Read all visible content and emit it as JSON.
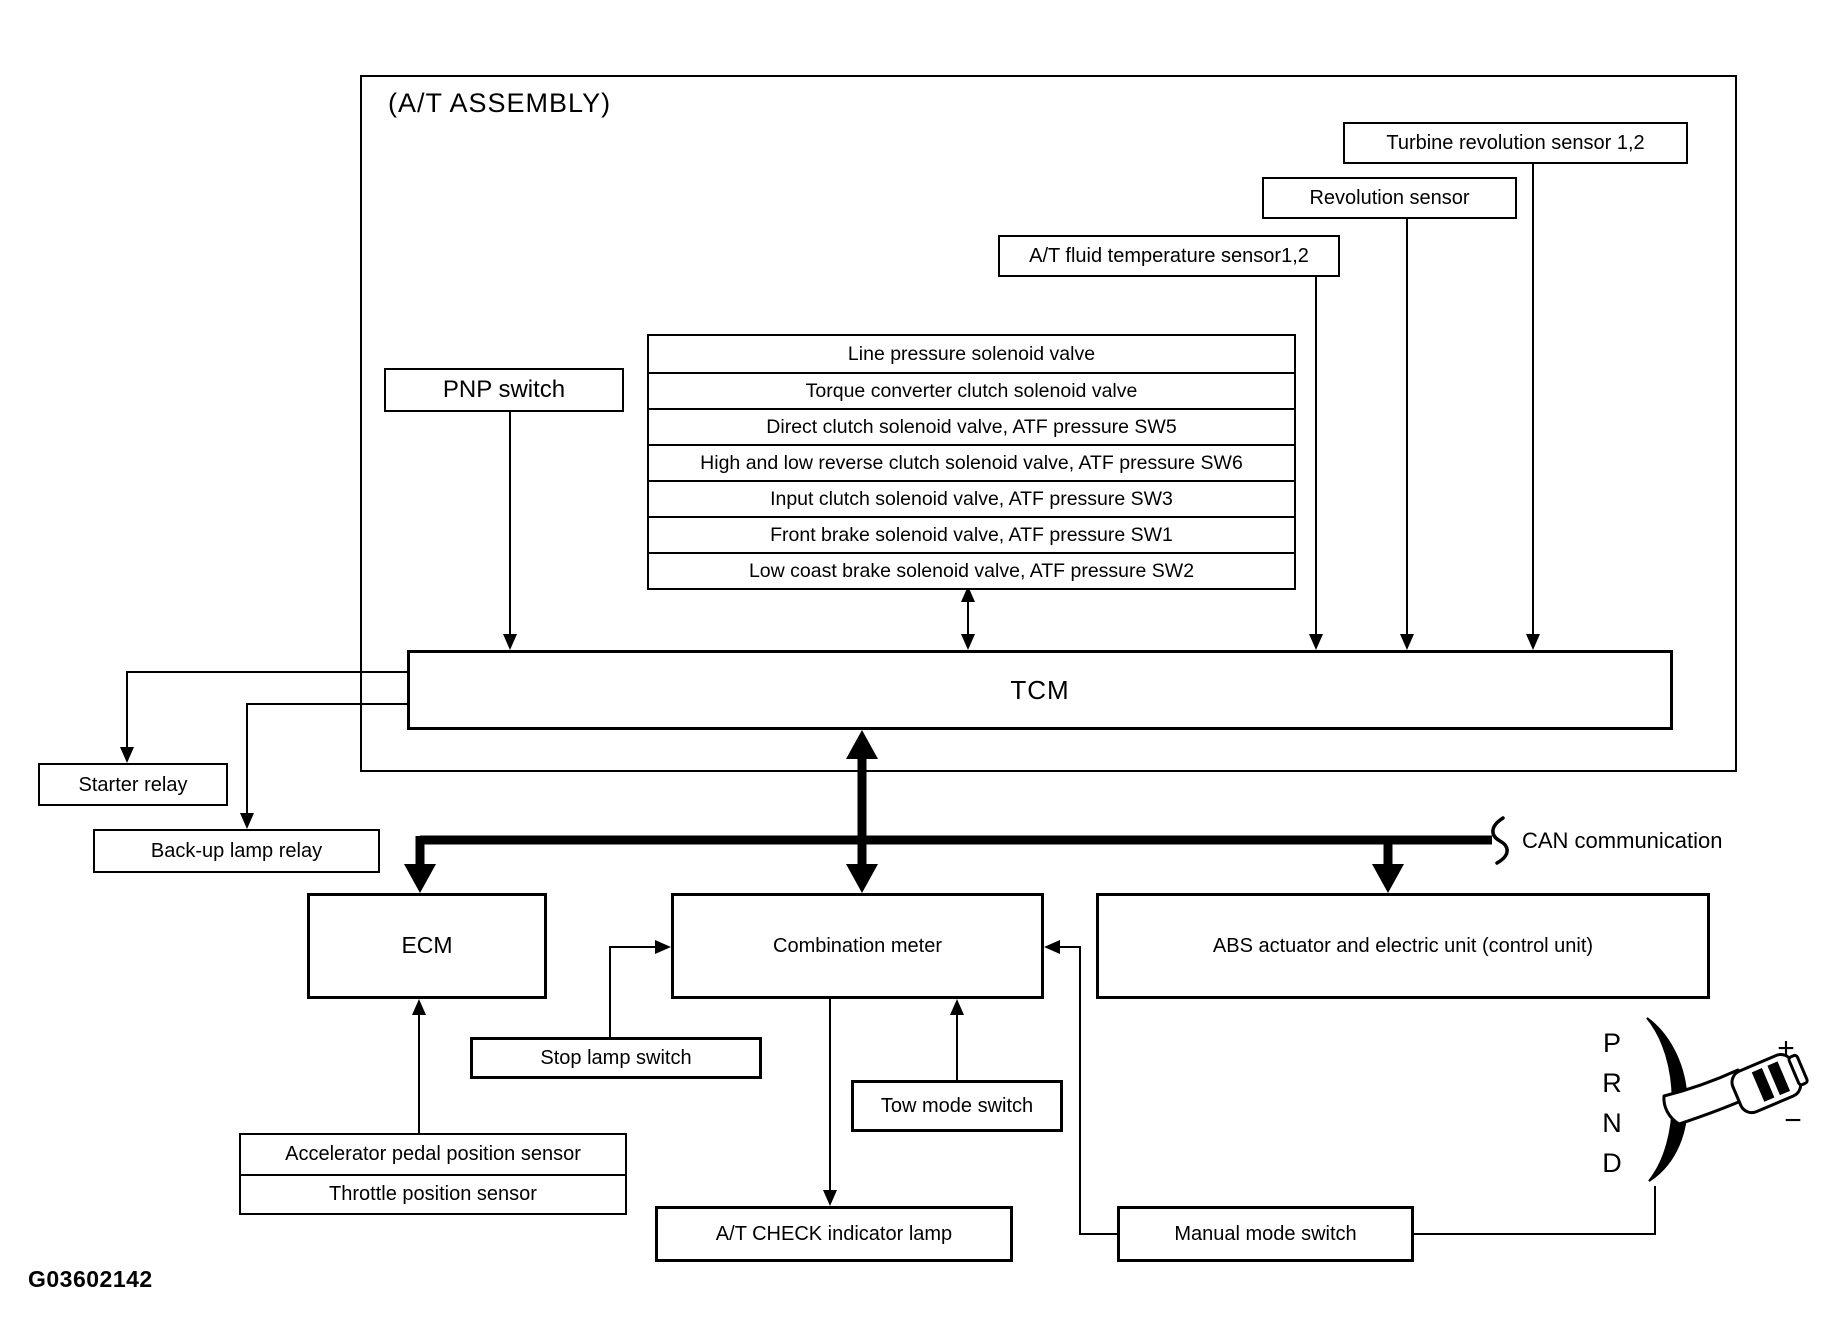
{
  "diagram": {
    "assembly_label": "(A/T ASSEMBLY)",
    "can_label": "CAN communication",
    "figure_id": "G03602142"
  },
  "boxes": {
    "turbine_sensor": "Turbine revolution sensor 1,2",
    "revolution_sensor": "Revolution sensor",
    "fluid_temp_sensor": "A/T fluid temperature sensor1,2",
    "pnp_switch": "PNP switch",
    "tcm": "TCM",
    "starter_relay": "Starter relay",
    "backup_lamp_relay": "Back-up lamp relay",
    "ecm": "ECM",
    "combination_meter": "Combination meter",
    "abs_unit": "ABS actuator and electric unit (control unit)",
    "stop_lamp_switch": "Stop lamp switch",
    "tow_mode_switch": "Tow mode switch",
    "at_check_lamp": "A/T CHECK indicator lamp",
    "manual_mode_switch": "Manual mode switch",
    "accelerator_sensor": "Accelerator pedal position sensor",
    "throttle_sensor": "Throttle position sensor"
  },
  "solenoid_valves": [
    "Line pressure solenoid valve",
    "Torque converter clutch solenoid valve",
    "Direct clutch solenoid valve, ATF pressure SW5",
    "High and low reverse clutch solenoid valve, ATF pressure SW6",
    "Input clutch solenoid valve, ATF pressure SW3",
    "Front brake solenoid valve, ATF pressure SW1",
    "Low coast brake solenoid valve, ATF pressure SW2"
  ],
  "shifter": {
    "positions": [
      "P",
      "R",
      "N",
      "D"
    ],
    "plus": "+",
    "minus": "−"
  },
  "colors": {
    "line": "#000000",
    "background": "#ffffff"
  }
}
